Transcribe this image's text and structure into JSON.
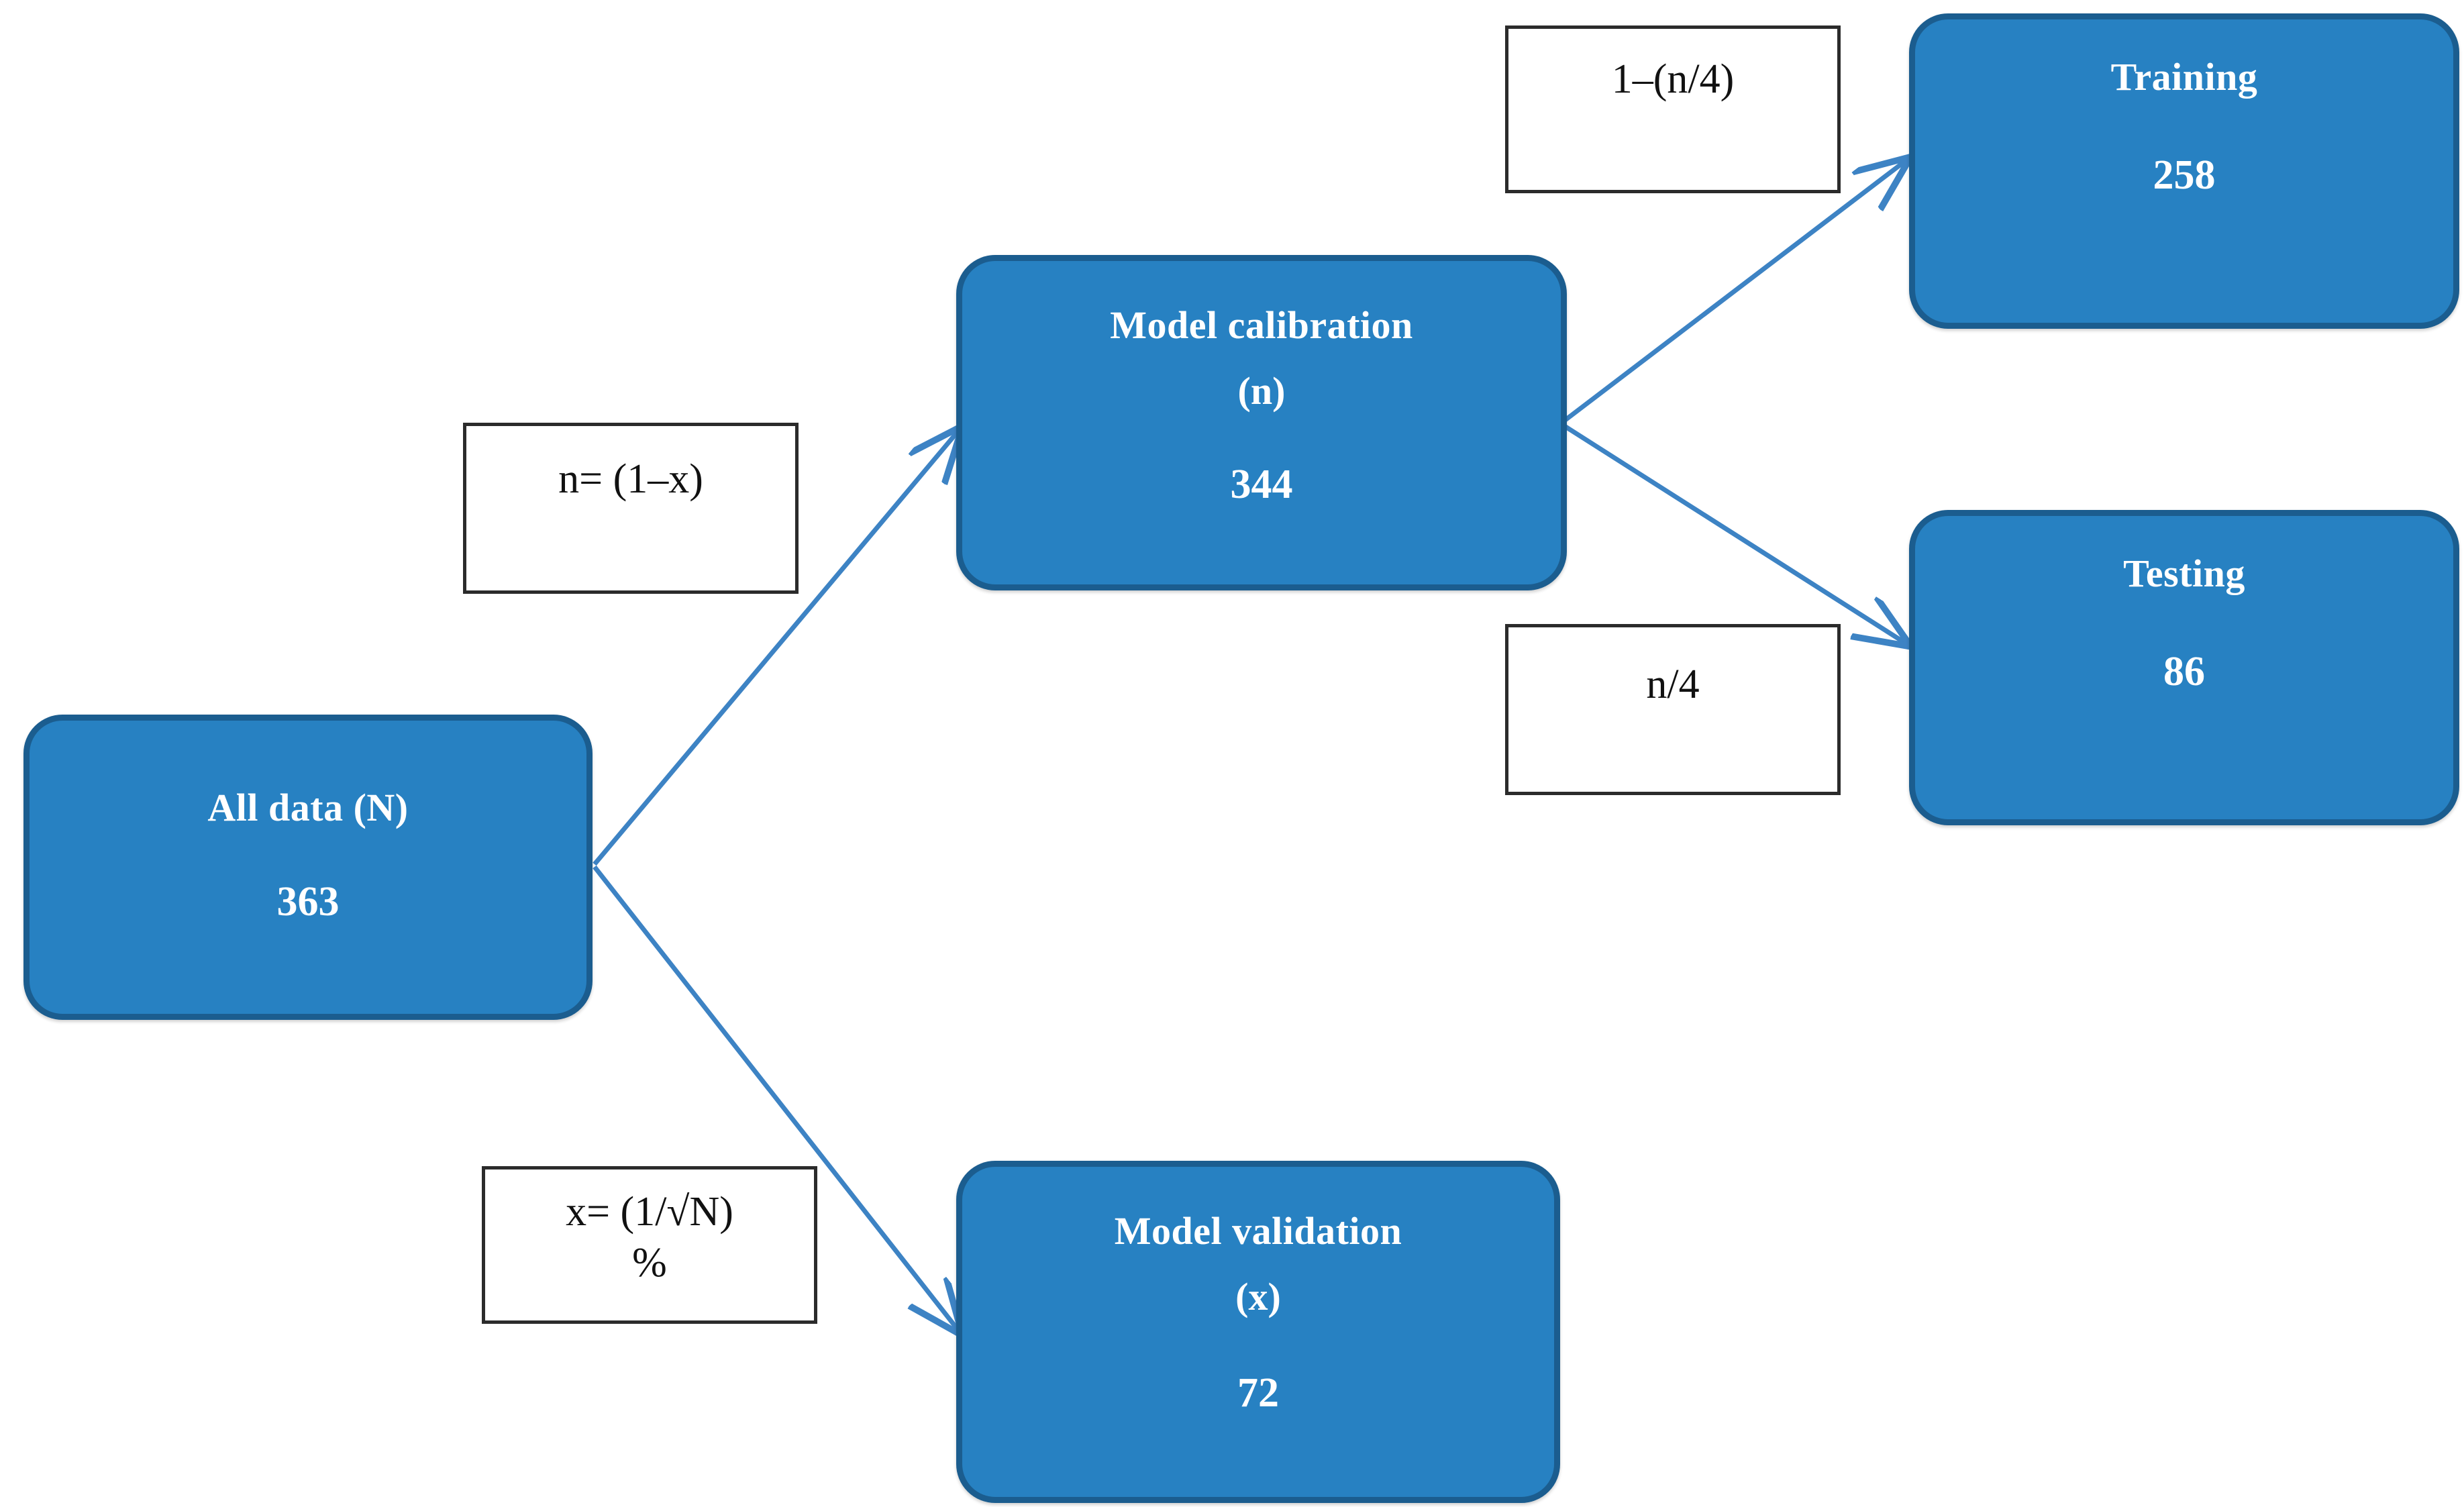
{
  "diagram": {
    "type": "flowchart",
    "accent_color": "#2781C2",
    "node_border_color": "#1B5D8F",
    "connector_color": "#3D83C4",
    "label_border_color": "#2B2B2B",
    "node_text_color": "#FFFFFF",
    "label_text_color": "#111111",
    "background": "#FFFFFF"
  },
  "nodes": {
    "all_data": {
      "title": "All data (N)",
      "sub": "",
      "value": "363"
    },
    "calibration": {
      "title": "Model calibration",
      "sub": "(n)",
      "value": "344"
    },
    "validation": {
      "title": "Model validation",
      "sub": "(x)",
      "value": "72"
    },
    "training": {
      "title": "Training",
      "sub": "",
      "value": "258"
    },
    "testing": {
      "title": "Testing",
      "sub": "",
      "value": "86"
    }
  },
  "labels": {
    "n_equation": {
      "line1": "n= (1–x)",
      "line2": ""
    },
    "x_equation": {
      "line1": "x= (1/√N)",
      "line2": "%"
    },
    "one_minus_n_over_4": {
      "line1": "1–(n/4)",
      "line2": ""
    },
    "n_over_4": {
      "line1": "n/4",
      "line2": ""
    }
  },
  "edges": [
    {
      "from": "all_data",
      "to": "calibration",
      "label": "n= (1–x)"
    },
    {
      "from": "all_data",
      "to": "validation",
      "label": "x= (1/√N) %"
    },
    {
      "from": "calibration",
      "to": "training",
      "label": "1–(n/4)"
    },
    {
      "from": "calibration",
      "to": "testing",
      "label": "n/4"
    }
  ]
}
